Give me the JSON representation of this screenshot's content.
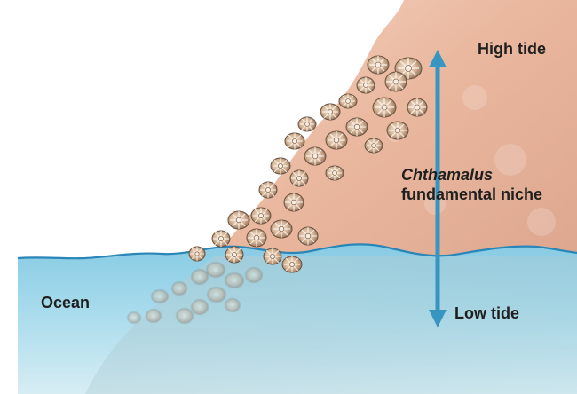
{
  "labels": {
    "high_tide": "High tide",
    "low_tide": "Low tide",
    "ocean": "Ocean",
    "niche_species": "Chthamalus",
    "niche_text": "fundamental niche"
  },
  "icons": {
    "barnacle": "barnacle-icon",
    "arrow": "double-headed-arrow-icon"
  },
  "colors": {
    "rock_top": "#f3d2bc",
    "rock_mid": "#e6b19a",
    "rock_edge": "#cf9d86",
    "water_top": "#8ecfe6",
    "water_bottom": "#d8eef5",
    "water_line": "#2a86b8",
    "arrow": "#3796c1",
    "barnacle_fill": "#c9a484",
    "barnacle_stroke": "#6b5341"
  }
}
